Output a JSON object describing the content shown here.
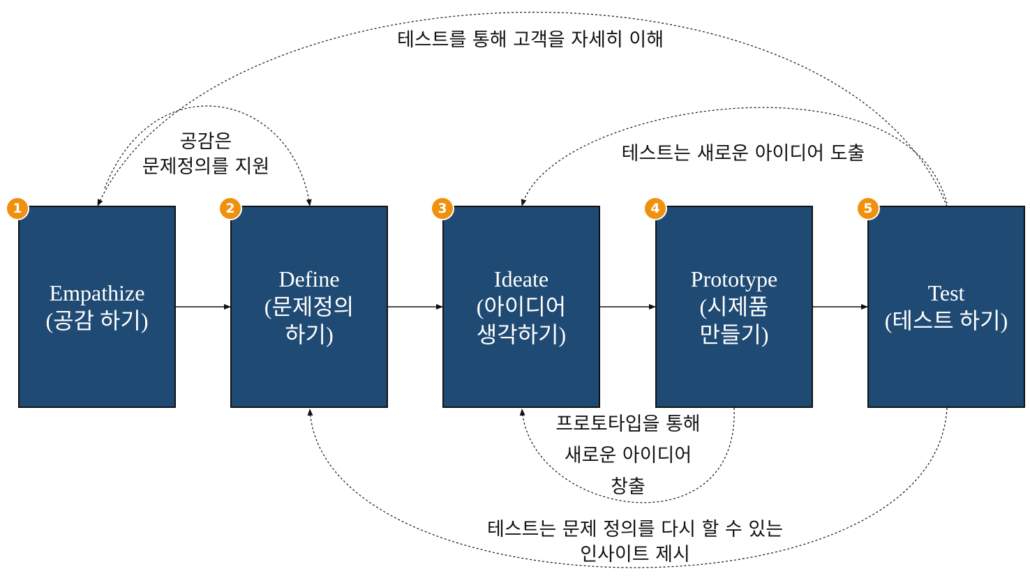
{
  "stages": [
    {
      "number": "1",
      "label": "Empathize\n(공감  하기)"
    },
    {
      "number": "2",
      "label": "Define\n(문제정의\n하기)"
    },
    {
      "number": "3",
      "label": "Ideate\n(아이디어\n생각하기)"
    },
    {
      "number": "4",
      "label": "Prototype\n(시제품\n만들기)"
    },
    {
      "number": "5",
      "label": "Test\n(테스트  하기)"
    }
  ],
  "annotations": {
    "test_to_empathize": "테스트를 통해 고객을 자세히 이해",
    "empathize_to_define": "공감은\n문제정의를 지원",
    "test_to_ideate": "테스트는 새로운 아이디어 도출",
    "prototype_to_ideate": "프로토타입을 통해\n새로운 아이디어\n창출",
    "test_to_define": "테스트는 문제 정의를 다시 할 수 있는\n인사이트 제시"
  },
  "colors": {
    "box": "#1f4a73",
    "badge": "#f0900f",
    "line": "#111111"
  }
}
